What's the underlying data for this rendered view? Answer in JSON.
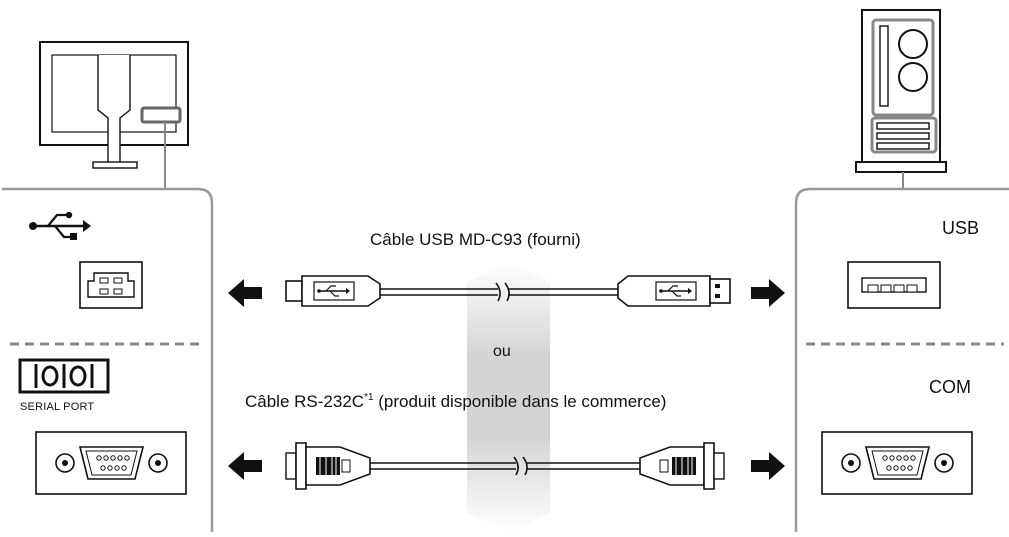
{
  "labels": {
    "usb_cable": "Câble USB MD-C93 (fourni)",
    "or": "ou",
    "rs232_cable_prefix": "Câble RS-232C",
    "rs232_cable_footnote": "*1",
    "rs232_cable_suffix": " (produit disponible dans le commerce)",
    "pc_usb": "USB",
    "pc_com": "COM",
    "serial_port": "SERIAL PORT"
  },
  "icons": {
    "monitor": "monitor-icon",
    "pc_tower": "pc-tower-icon",
    "usb_symbol": "usb-symbol-icon",
    "serial_symbol": "serial-port-symbol-icon",
    "arrow": "arrow-icon"
  },
  "colors": {
    "line": "#111111",
    "panel_border": "#999999",
    "gray_band": "#d0d0d0"
  }
}
